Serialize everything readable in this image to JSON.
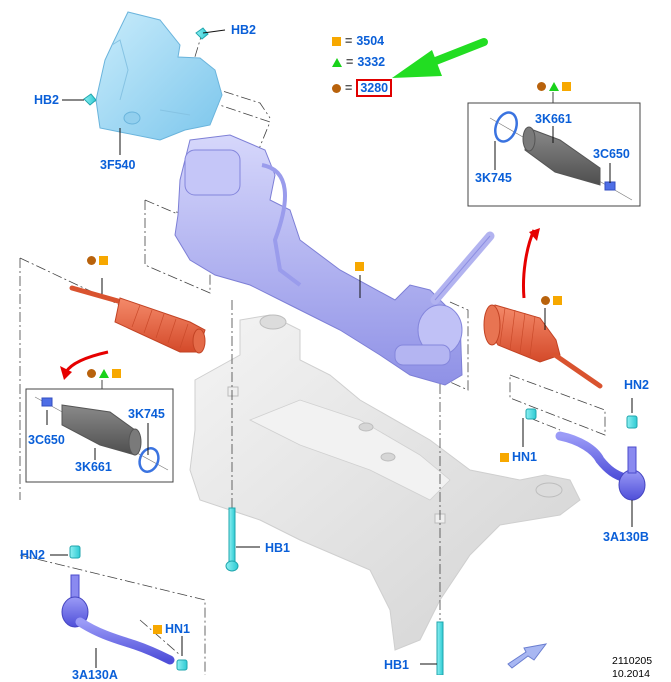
{
  "legend": {
    "items": [
      {
        "symbol": "square",
        "color": "#f7a800",
        "eq": "=",
        "code": "3504"
      },
      {
        "symbol": "triangle",
        "color": "#19d21a",
        "eq": "=",
        "code": "3332"
      },
      {
        "symbol": "circle",
        "color": "#b8620c",
        "eq": "=",
        "code": "3280",
        "highlighted": true
      }
    ],
    "pointer_arrow_color": "#22dd22",
    "highlight_color": "#e00000"
  },
  "part_labels": {
    "hb2_top": "HB2",
    "hb2_left": "HB2",
    "shield": "3F540",
    "inset_right_boot": "3K661",
    "inset_right_clamp": "3C650",
    "inset_right_ring": "3K745",
    "inset_left_clamp": "3C650",
    "inset_left_ring": "3K745",
    "inset_left_boot": "3K661",
    "hn2_right": "HN2",
    "hn1_right": "HN1",
    "tie_rod_end_right": "3A130B",
    "hb1_left": "HB1",
    "hn2_left": "HN2",
    "hn1_left": "HN1",
    "tie_rod_end_left": "3A130A",
    "hb1_bottom": "HB1"
  },
  "colors": {
    "shield": "#a9dcf5",
    "rack": "#b4b6f4",
    "boot_orange": "#ec6b4a",
    "boot_gray": "#6e6e6e",
    "fastener": "#59e0e6",
    "tie_rod": "#6f6ff0",
    "subframe": "#e6e6e6",
    "label_blue": "#0a5fd8",
    "red_arrow": "#e60000",
    "direction_arrow": "#a8b7f2"
  },
  "stamp": {
    "id": "2110205",
    "date": "10.2014"
  }
}
